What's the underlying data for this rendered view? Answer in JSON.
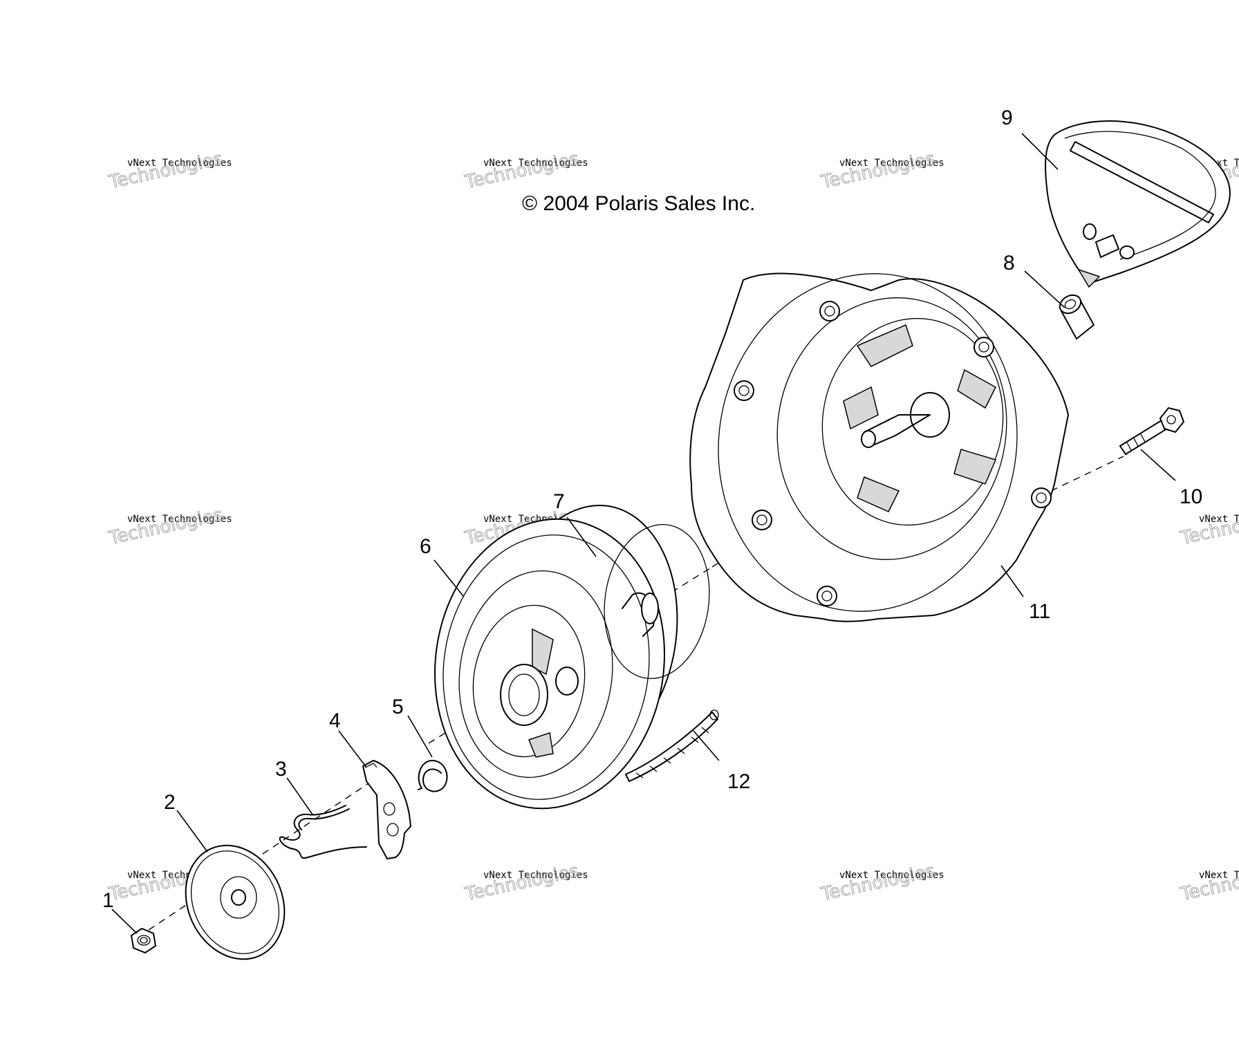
{
  "copyright": "© 2004 Polaris Sales Inc.",
  "watermark": {
    "line1": "vNext Technologies",
    "line2": "vNext",
    "line3": "Technologies"
  },
  "callouts": [
    "1",
    "2",
    "3",
    "4",
    "5",
    "6",
    "7",
    "8",
    "9",
    "10",
    "11",
    "12"
  ],
  "colors": {
    "ink": "#000000",
    "watermark": "#9a9a9a",
    "background": "#ffffff"
  }
}
